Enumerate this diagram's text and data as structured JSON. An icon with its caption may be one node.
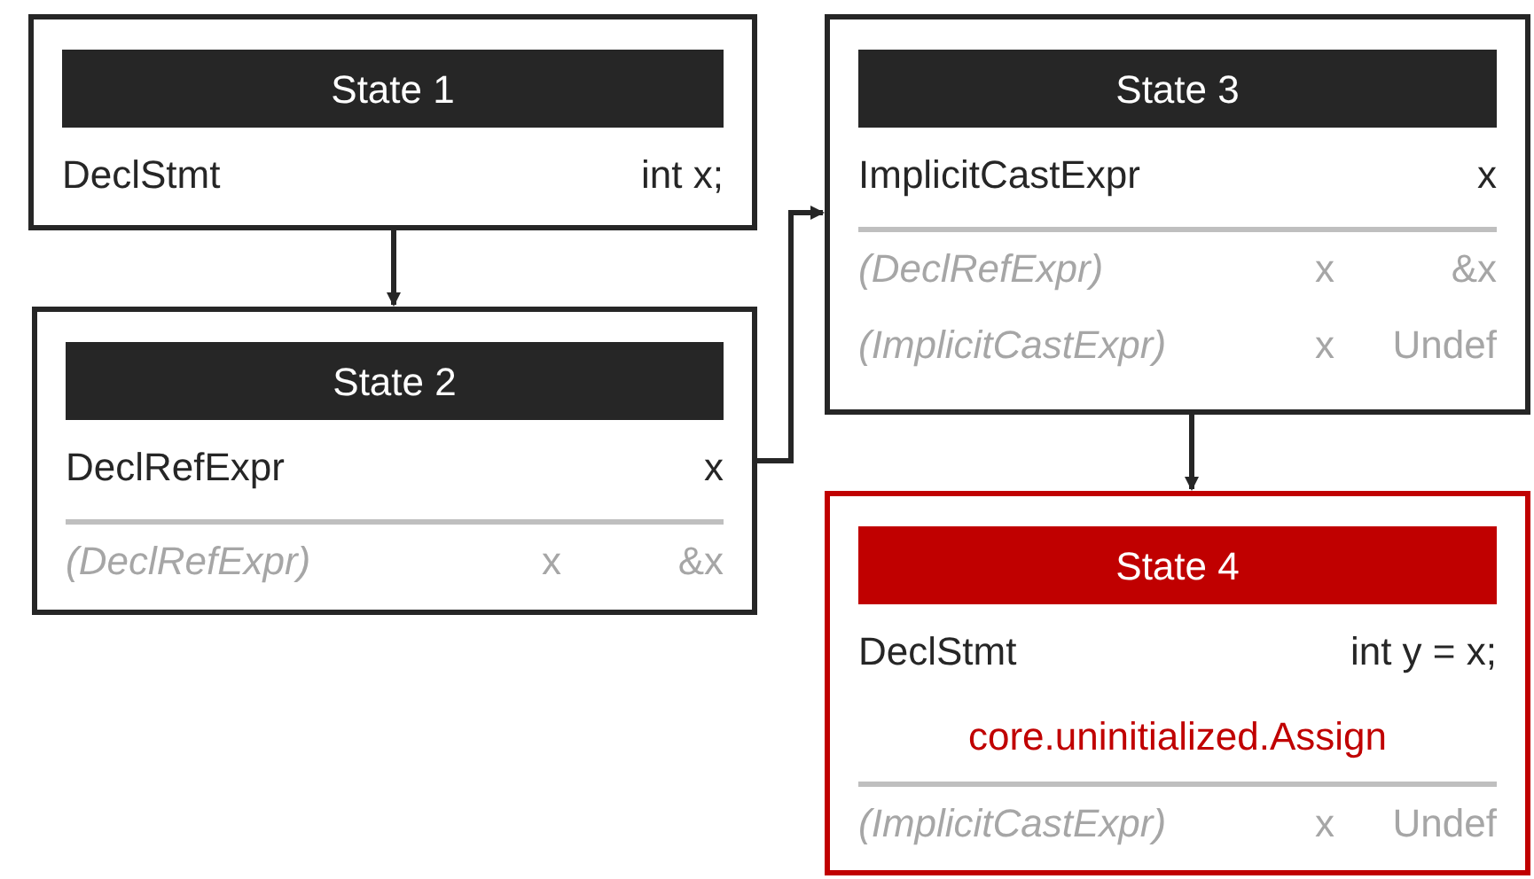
{
  "diagram": {
    "nodes": [
      {
        "text": [
          "State 1",
          "DeclStmt",
          "int x;"
        ]
      },
      {
        "text": [
          "State 2",
          "DeclRefExpr",
          "x",
          "(DeclRefExpr)",
          "x",
          "&x"
        ]
      },
      {
        "text": [
          "State 3",
          "ImplicitCastExpr",
          "x",
          "(DeclRefExpr)",
          "x",
          "&x",
          "(ImplicitCastExpr)",
          "x",
          "Undef"
        ]
      },
      {
        "text": [
          "State 4",
          "DeclStmt",
          "int y = x;",
          "core.uninitialized.Assign",
          "(ImplicitCastExpr)",
          "x",
          "Undef"
        ]
      }
    ],
    "edges": [
      {
        "from": 0,
        "to": 1,
        "arrow": "to"
      },
      {
        "from": 1,
        "to": 2,
        "arrow": "to"
      },
      {
        "from": 2,
        "to": 3,
        "arrow": "to"
      }
    ]
  }
}
